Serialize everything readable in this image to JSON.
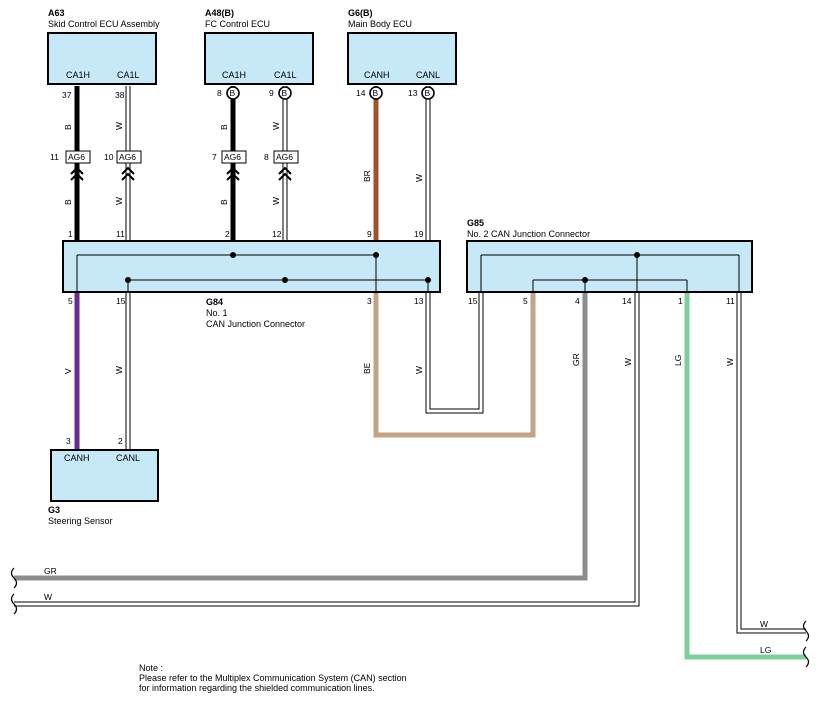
{
  "components": {
    "a63": {
      "id": "A63",
      "name": "Skid Control ECU Assembly",
      "pin_left": "CA1H",
      "pin_right": "CA1L"
    },
    "a48": {
      "id": "A48(B)",
      "name": "FC Control ECU",
      "pin_left": "CA1H",
      "pin_right": "CA1L"
    },
    "g6": {
      "id": "G6(B)",
      "name": "Main Body ECU",
      "pin_left": "CANH",
      "pin_right": "CANL"
    },
    "g3": {
      "id": "G3",
      "name": "Steering Sensor",
      "pin_left": "CANH",
      "pin_right": "CANL"
    },
    "g84": {
      "id": "G84",
      "name_line1": "No. 1",
      "name_line2": "CAN Junction Connector"
    },
    "g85": {
      "id": "G85",
      "name": "No. 2 CAN Junction Connector"
    }
  },
  "pins": {
    "a63_l": "37",
    "a63_r": "38",
    "a48_l": "8",
    "a48_r": "9",
    "g6_l": "14",
    "g6_r": "13",
    "ag_a1": "11",
    "ag_a2": "10",
    "ag_b1": "7",
    "ag_b2": "8",
    "g84_top": [
      "1",
      "11",
      "2",
      "12",
      "9",
      "19"
    ],
    "g84_bot": [
      "5",
      "15",
      "3",
      "13"
    ],
    "g85_bot": [
      "15",
      "5",
      "4",
      "14",
      "1",
      "11"
    ],
    "g3_l": "3",
    "g3_r": "2"
  },
  "connector_label": "AG6",
  "ring_label": "B",
  "wire_colors": {
    "b": "B",
    "w": "W",
    "br": "BR",
    "v": "V",
    "be": "BE",
    "gr": "GR",
    "lg": "LG"
  },
  "colors": {
    "box_fill": "#c6e8f7",
    "wire_black": "#000000",
    "wire_brown": "#a0522d",
    "wire_violet": "#6a2c91",
    "wire_beige": "#c2a386",
    "wire_gray": "#8a8c8e",
    "wire_lightgreen": "#7ccf9a"
  },
  "note": {
    "line1": "Note :",
    "line2": "Please refer to the Multiplex Communication System (CAN) section",
    "line3": "for information regarding the shielded communication lines."
  }
}
